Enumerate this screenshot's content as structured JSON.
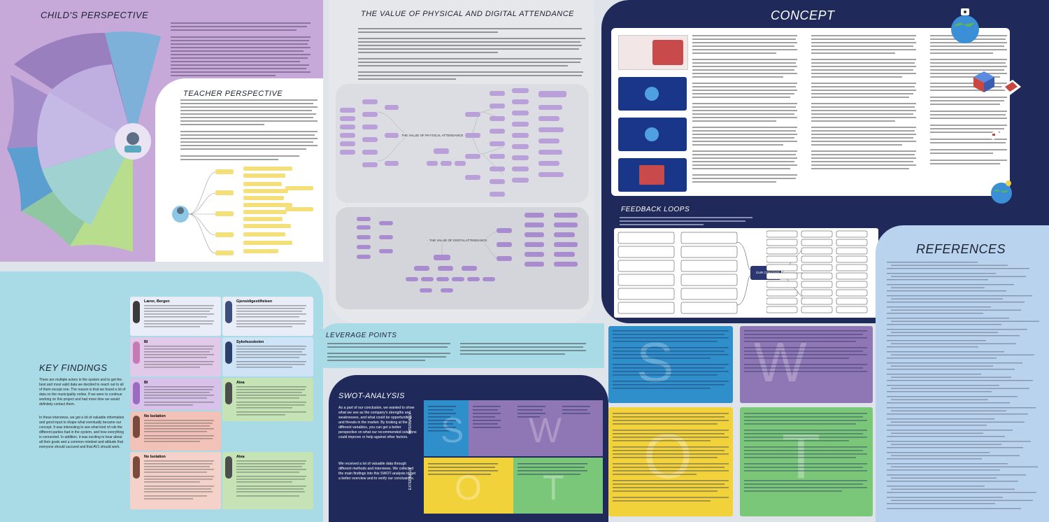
{
  "sections": {
    "childs_perspective": "CHILD'S PERSPECTIVE",
    "teacher_perspective": "TEACHER PERSPECTIVE",
    "value_attendance": "THE VALUE OF PHYSICAL AND DIGITAL ATTENDANCE",
    "concept": "CONCEPT",
    "feedback_loops": "FEEDBACK LOOPS",
    "references": "REFERENCES",
    "key_findings": "KEY FINDINGS",
    "leverage_points": "LEVERAGE POINTS",
    "swot_analysis": "SWOT-ANALYSIS"
  },
  "diagram_labels": {
    "physical_center": "THE VALUE OF PHYSICAL ATTENDANCE",
    "digital_center": "THE VALUE OF DIGITALATTENDANCE",
    "our_concept": "OUR CONCEPT"
  },
  "key_findings_text": "There are multiple actors in the system and to get the best and most valid data we decided to reach out to all of them except one. The reason is that we found a lot of data on the municipality online. If we were to continue working on this project and had more time we would definitely contact them.",
  "key_findings_text2": "In these interviews, we got a lot of valuable information and good input to shape what eventually became our concept. It was interesting to see what kind of role the different parties had in the system, and how everything is connected. In addition, it was exciting to hear about all their goals and a common mindset and attitude that everyone should succeed and that AV1 should work.",
  "swot_intro": "As a part of our conclusion, we wanted to show what we see as the company's strengths and weaknesses, and what could be opportunities and threats in the market. By looking at the different variables, you can get a better perspective on what our recommended solutions could improve or help against other factors.",
  "swot_intro2": "We received a lot of valuable data through different methods and interviews. We collected the main findings into this SWOT-analysis to get a better overview and to verify our conclusions.",
  "swot_axes": {
    "internally": "INTERNALLY",
    "externally": "EXTERNALLY"
  },
  "swot_letters": [
    "S",
    "W",
    "O",
    "T"
  ],
  "interviewees": [
    {
      "name": "Lærer, Bergen"
    },
    {
      "name": "Gjensidigestiftelsen"
    },
    {
      "name": "BI"
    },
    {
      "name": "Sykehusskolen"
    },
    {
      "name": "BI"
    },
    {
      "name": "Atea"
    },
    {
      "name": "No Isolation"
    },
    {
      "name": "No Isolation"
    },
    {
      "name": "Atea"
    }
  ],
  "colors": {
    "purple": "#c7a9d9",
    "dark_navy": "#1f2a5a",
    "teal": "#a9dbe6",
    "light_grey": "#e6e7eb",
    "references_blue": "#b9d3ef",
    "swot_s": "#2f8fcb",
    "swot_w": "#8f76b4",
    "swot_o": "#f2d23a",
    "swot_t": "#7bc77a"
  }
}
